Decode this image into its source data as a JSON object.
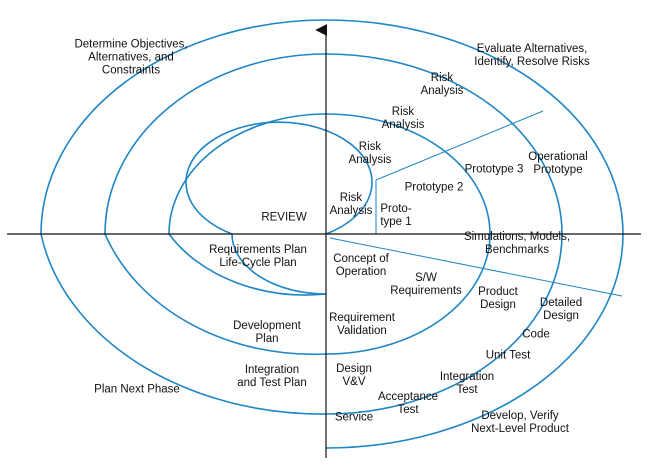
{
  "diagram": {
    "colors": {
      "spiral": "#1f86c6",
      "axis": "#111111",
      "text": "#111111"
    },
    "quadrants": {
      "top_left": "Determine Objectives,\nAlternatives, and\nConstraints",
      "top_right": "Evaluate Alternatives,\nIdentify, Resolve Risks",
      "bottom_left": "Plan Next Phase",
      "bottom_right": "Develop, Verify\nNext-Level Product"
    },
    "labels": {
      "risk_analysis_1": "Risk\nAnalysis",
      "risk_analysis_2": "Risk\nAnalysis",
      "risk_analysis_3": "Risk\nAnalysis",
      "risk_analysis_4": "Risk\nAnalysis",
      "prototype_1": "Proto-\ntype 1",
      "prototype_2": "Prototype 2",
      "prototype_3": "Prototype 3",
      "operational_prototype": "Operational\nPrototype",
      "review": "REVIEW",
      "requirements_plan": "Requirements Plan\nLife-Cycle Plan",
      "concept_of_operation": "Concept of\nOperation",
      "simulations": "Simulations, Models, Benchmarks",
      "sw_requirements": "S/W\nRequirements",
      "product_design": "Product\nDesign",
      "detailed_design": "Detailed\nDesign",
      "code": "Code",
      "unit_test": "Unit Test",
      "requirement_validation": "Requirement\nValidation",
      "development_plan": "Development\nPlan",
      "integration_test": "Integration\nTest",
      "design_vv": "Design\nV&V",
      "integration_and_test_plan": "Integration\nand Test Plan",
      "acceptance_test": "Acceptance\nTest",
      "service": "Service"
    }
  }
}
